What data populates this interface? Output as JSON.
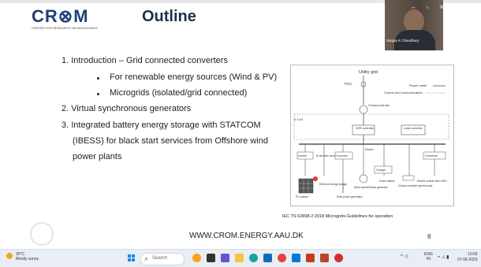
{
  "slide": {
    "logo_text": "CR⊗M",
    "logo_subtitle": "CENTER FOR RESEARCH ON MICROGRIDS",
    "title": "Outline",
    "bullets": [
      {
        "text": "1. Introduction – Grid connected converters"
      },
      {
        "text": "For renewable energy sources (Wind & PV)"
      },
      {
        "text": "Microgrids (isolated/grid connected)"
      },
      {
        "text": "2. Virtual synchronous generators"
      },
      {
        "text": "3. Integrated battery energy storage with STATCOM"
      },
      {
        "text": "(IBESS) for black start services from Offshore wind"
      },
      {
        "text": "power plants"
      }
    ],
    "footer_url": "WWW.CROM.ENERGY.AAU.DK",
    "page_number": "8"
  },
  "diagram": {
    "caption": "IEC TS 62898-2:2018 Microgrids-Guidelines for operation",
    "labels": {
      "utility_grid": "Utility grid",
      "pcc": "PCC",
      "power_cable": "Power cable",
      "control_comm": "Control and communication",
      "central_controller": "Central controller",
      "voltage": "0.4 kV",
      "der_controller": "DER controller",
      "load_controller": "Load controller",
      "switch": "Switch",
      "inverter": "Inverter",
      "bidirectional": "Bi-direction converter",
      "converter1": "Converter",
      "charger": "Charger",
      "converter2": "Converter",
      "pv_system": "PV system",
      "electrical_storage": "Electrical energy storage",
      "wind": "Wind power generation",
      "micro_turbine": "Micro turbine/Diesel generator",
      "power_battery": "Power battery",
      "critical_load": "Critical/ sensitive/ general load",
      "ev": "Electric vehicle",
      "other_der": "Other DER"
    }
  },
  "video": {
    "participant_name": "Sanjay K Chaudhary"
  },
  "taskbar": {
    "temperature": "30°C",
    "weather": "Mostly sunny",
    "search_placeholder": "Search",
    "lang_top": "ENG",
    "lang_bottom": "IN",
    "time": "10:56",
    "date": "07-06-2023",
    "colors": {
      "accent": "#1e88e5",
      "sun": "#f2a321"
    }
  }
}
